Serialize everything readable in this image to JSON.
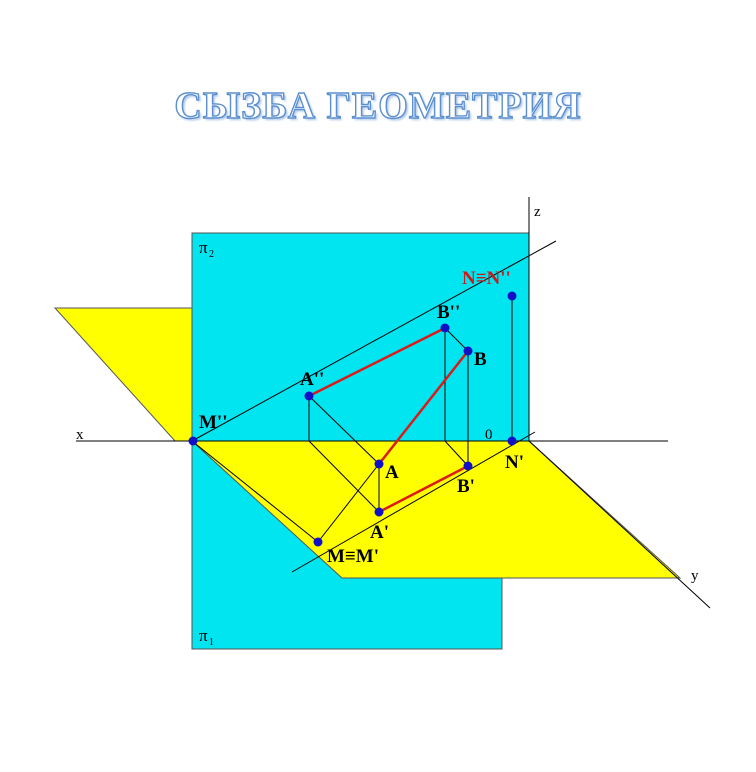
{
  "title": "СЫЗБА ГЕОМЕТРИЯ",
  "colors": {
    "frontal_plane": "#00e5f0",
    "horizontal_plane": "#ffff00",
    "segment": "#dd1a1a",
    "point": "#1010c8",
    "title_outline": "#5b8fd0"
  },
  "axes": {
    "x": "x",
    "y": "y",
    "z": "z",
    "origin": "0"
  },
  "planes": {
    "pi2": {
      "symbol": "π",
      "sub": "2"
    },
    "pi1": {
      "symbol": "π",
      "sub": "1"
    }
  },
  "points": {
    "N_coincident": "N≡N''",
    "B_double": "B''",
    "B": "B",
    "A_double": "A''",
    "M_double": "M''",
    "A": "A",
    "B_prime": "B'",
    "N_prime": "N'",
    "A_prime": "A'",
    "M_coincident": "M≡M'"
  }
}
